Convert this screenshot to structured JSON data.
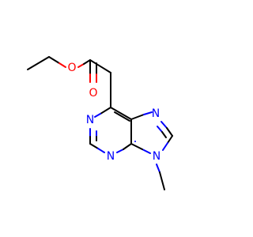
{
  "molecule": {
    "atoms": {
      "o_ester": "O",
      "o_carbonyl": "O",
      "n1": "N",
      "n3": "N",
      "n7": "N",
      "n9": "N"
    },
    "colors": {
      "carbon_bond": "#000000",
      "oxygen": "#ff0000",
      "nitrogen": "#0000ff",
      "background": "#ffffff"
    }
  }
}
